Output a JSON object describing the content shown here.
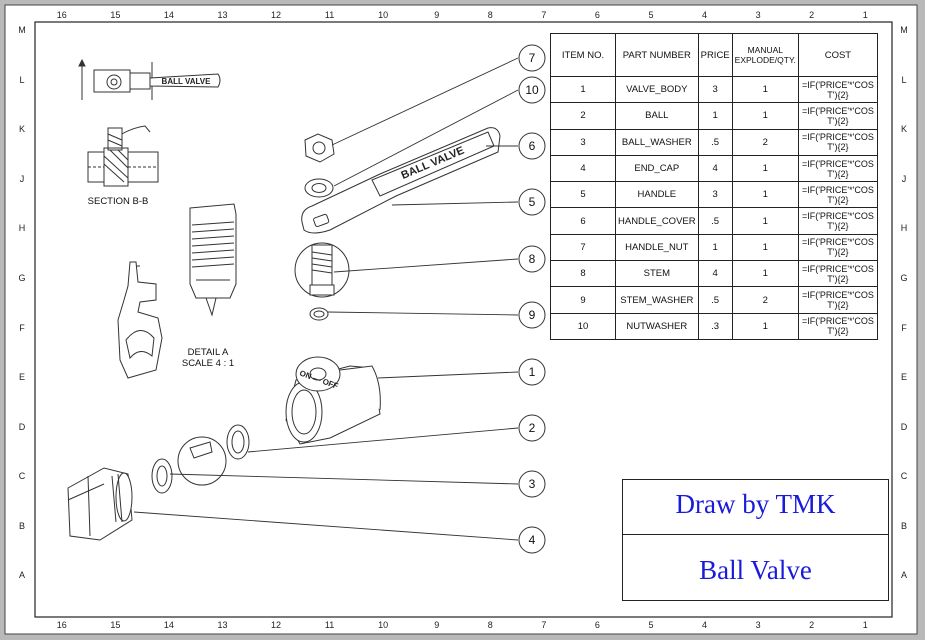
{
  "zones": {
    "columns": [
      "16",
      "15",
      "14",
      "13",
      "12",
      "11",
      "10",
      "9",
      "8",
      "7",
      "6",
      "5",
      "4",
      "3",
      "2",
      "1"
    ],
    "rows": [
      "M",
      "L",
      "K",
      "J",
      "H",
      "G",
      "F",
      "E",
      "D",
      "C",
      "B",
      "A"
    ]
  },
  "bom": {
    "headers": [
      "ITEM NO.",
      "PART NUMBER",
      "PRICE",
      "MANUAL EXPLODE/QTY.",
      "COST"
    ],
    "rows": [
      {
        "item": "1",
        "part": "VALVE_BODY",
        "price": "3",
        "qty": "1",
        "cost": "=IF('PRICE'*'COST'){2}"
      },
      {
        "item": "2",
        "part": "BALL",
        "price": "1",
        "qty": "1",
        "cost": "=IF('PRICE'*'COST'){2}"
      },
      {
        "item": "3",
        "part": "BALL_WASHER",
        "price": ".5",
        "qty": "2",
        "cost": "=IF('PRICE'*'COST'){2}"
      },
      {
        "item": "4",
        "part": "END_CAP",
        "price": "4",
        "qty": "1",
        "cost": "=IF('PRICE'*'COST'){2}"
      },
      {
        "item": "5",
        "part": "HANDLE",
        "price": "3",
        "qty": "1",
        "cost": "=IF('PRICE'*'COST'){2}"
      },
      {
        "item": "6",
        "part": "HANDLE_COVER",
        "price": ".5",
        "qty": "1",
        "cost": "=IF('PRICE'*'COST'){2}"
      },
      {
        "item": "7",
        "part": "HANDLE_NUT",
        "price": "1",
        "qty": "1",
        "cost": "=IF('PRICE'*'COST'){2}"
      },
      {
        "item": "8",
        "part": "STEM",
        "price": "4",
        "qty": "1",
        "cost": "=IF('PRICE'*'COST'){2}"
      },
      {
        "item": "9",
        "part": "STEM_WASHER",
        "price": ".5",
        "qty": "2",
        "cost": "=IF('PRICE'*'COST'){2}"
      },
      {
        "item": "10",
        "part": "NUTWASHER",
        "price": ".3",
        "qty": "1",
        "cost": "=IF('PRICE'*'COST'){2}"
      }
    ]
  },
  "views": {
    "section_label": "SECTION B-B",
    "detail_label": "DETAIL A",
    "detail_scale": "SCALE 4 : 1"
  },
  "balloons": [
    "7",
    "10",
    "6",
    "5",
    "8",
    "9",
    "1",
    "2",
    "3",
    "4"
  ],
  "engraving": {
    "handle_text": "BALL VALVE",
    "body_text": "ON — OFF"
  },
  "title_block": {
    "drawn_by": "Draw by TMK",
    "title": "Ball Valve",
    "text_color": "#1a1adb"
  }
}
